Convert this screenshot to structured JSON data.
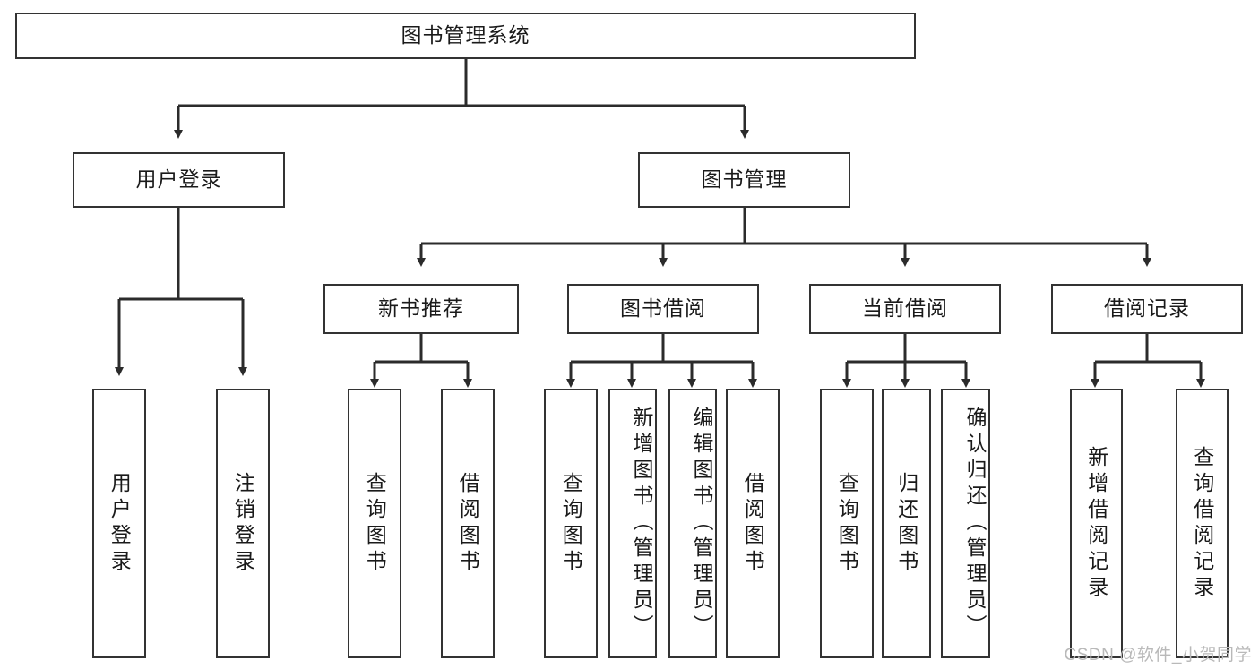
{
  "diagram": {
    "type": "tree",
    "title": "图书管理系统",
    "watermark": "CSDN @软件_小贺同学",
    "colors": {
      "box_border": "#333333",
      "box_fill": "#ffffff",
      "connector": "#2b2b2b",
      "text": "#1a1a1a",
      "watermark": "#b9b9b9",
      "background": "#ffffff"
    },
    "nodes": {
      "root": {
        "label": "图书管理系统",
        "orientation": "horizontal"
      },
      "level1": [
        {
          "id": "user-login",
          "label": "用户登录",
          "orientation": "horizontal"
        },
        {
          "id": "book-manage",
          "label": "图书管理",
          "orientation": "horizontal"
        }
      ],
      "level2": [
        {
          "id": "new-book-recommend",
          "label": "新书推荐",
          "orientation": "horizontal"
        },
        {
          "id": "book-borrow",
          "label": "图书借阅",
          "orientation": "horizontal"
        },
        {
          "id": "current-borrow",
          "label": "当前借阅",
          "orientation": "horizontal"
        },
        {
          "id": "borrow-record",
          "label": "借阅记录",
          "orientation": "horizontal"
        }
      ],
      "leaves": [
        {
          "id": "leaf-user-login",
          "label": "用户登录",
          "orientation": "vertical",
          "parent": "user-login"
        },
        {
          "id": "leaf-logout",
          "label": "注销登录",
          "orientation": "vertical",
          "parent": "user-login"
        },
        {
          "id": "leaf-query-book-1",
          "label": "查询图书",
          "orientation": "vertical",
          "parent": "new-book-recommend"
        },
        {
          "id": "leaf-borrow-book-1",
          "label": "借阅图书",
          "orientation": "vertical",
          "parent": "new-book-recommend"
        },
        {
          "id": "leaf-query-book-2",
          "label": "查询图书",
          "orientation": "vertical",
          "parent": "book-borrow"
        },
        {
          "id": "leaf-add-book",
          "label": "新增图书（管理员）",
          "orientation": "vertical",
          "parent": "book-borrow"
        },
        {
          "id": "leaf-edit-book",
          "label": "编辑图书（管理员）",
          "orientation": "vertical",
          "parent": "book-borrow"
        },
        {
          "id": "leaf-borrow-book-2",
          "label": "借阅图书",
          "orientation": "vertical",
          "parent": "book-borrow"
        },
        {
          "id": "leaf-query-book-3",
          "label": "查询图书",
          "orientation": "vertical",
          "parent": "current-borrow"
        },
        {
          "id": "leaf-return-book",
          "label": "归还图书",
          "orientation": "vertical",
          "parent": "current-borrow"
        },
        {
          "id": "leaf-confirm-return",
          "label": "确认归还（管理员）",
          "orientation": "vertical",
          "parent": "current-borrow"
        },
        {
          "id": "leaf-add-record",
          "label": "新增借阅记录",
          "orientation": "vertical",
          "parent": "borrow-record"
        },
        {
          "id": "leaf-query-record",
          "label": "查询借阅记录",
          "orientation": "vertical",
          "parent": "borrow-record"
        }
      ]
    }
  }
}
